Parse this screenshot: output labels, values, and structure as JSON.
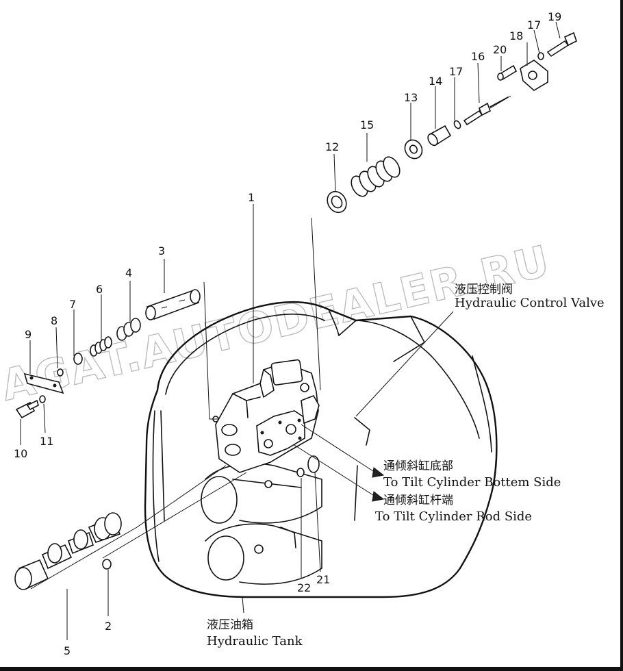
{
  "watermark": "AGAT.AUTODEALER.RU",
  "labels": {
    "control_valve_cn": "液压控制阀",
    "control_valve_en": "Hydraulic Control Valve",
    "tilt_bottom_cn": "通倾斜缸底部",
    "tilt_bottom_en": "To Tilt Cylinder Bottem Side",
    "tilt_rod_cn": "通倾斜缸杆端",
    "tilt_rod_en": "To Tilt Cylinder Rod Side",
    "tank_cn": "液压油箱",
    "tank_en": "Hydraulic Tank"
  },
  "part_numbers": {
    "p1": "1",
    "p2": "2",
    "p3": "3",
    "p4": "4",
    "p5": "5",
    "p6": "6",
    "p7": "7",
    "p8": "8",
    "p9": "9",
    "p10": "10",
    "p11": "11",
    "p12": "12",
    "p13": "13",
    "p14": "14",
    "p15": "15",
    "p16": "16",
    "p17a": "17",
    "p17b": "17",
    "p18": "18",
    "p19": "19",
    "p20": "20",
    "p21": "21",
    "p22": "22"
  }
}
